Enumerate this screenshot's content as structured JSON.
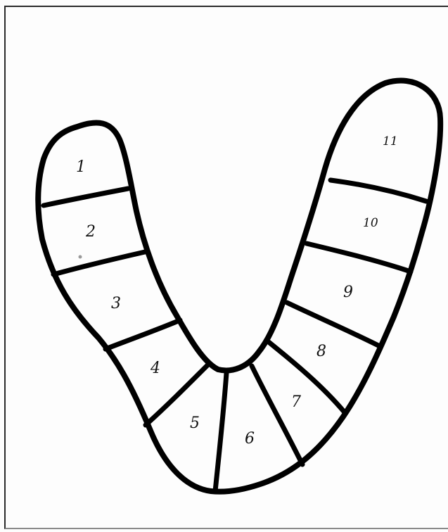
{
  "diagram": {
    "segments": [
      {
        "label": "1"
      },
      {
        "label": "2"
      },
      {
        "label": "3"
      },
      {
        "label": "4"
      },
      {
        "label": "5"
      },
      {
        "label": "6"
      },
      {
        "label": "7"
      },
      {
        "label": "8"
      },
      {
        "label": "9"
      },
      {
        "label": "10"
      },
      {
        "label": "11"
      }
    ]
  },
  "colors": {
    "ink": "#000000",
    "paper": "#fdfdfd"
  }
}
